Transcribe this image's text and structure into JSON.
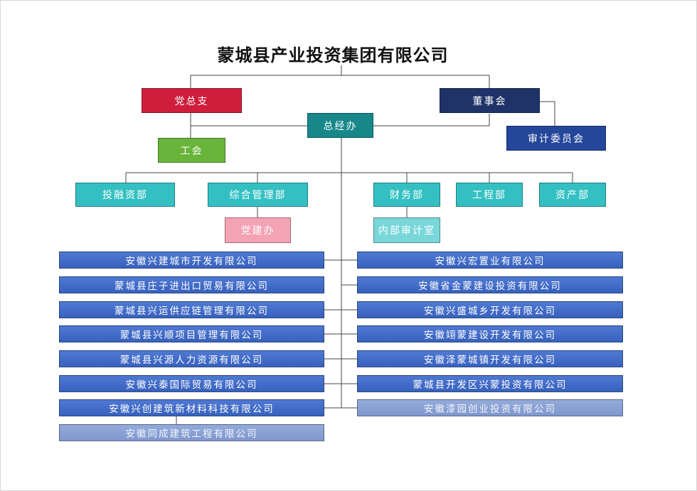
{
  "title": "蒙城县产业投资集团有限公司",
  "top": {
    "party": "党总支",
    "board": "董事会",
    "gm_office": "总经办",
    "union": "工会",
    "audit_committee": "审计委员会"
  },
  "departments": {
    "investment": "投融资部",
    "general_mgmt": "综合管理部",
    "finance": "财务部",
    "engineering": "工程部",
    "assets": "资产部",
    "party_building": "党建办",
    "internal_audit": "内部审计室"
  },
  "companies_left": [
    "安徽兴建城市开发有限公司",
    "蒙城县庄子进出口贸易有限公司",
    "蒙城县兴运供应链管理有限公司",
    "蒙城县兴顺项目管理有限公司",
    "蒙城县兴源人力资源有限公司",
    "安徽兴泰国际贸易有限公司",
    "安徽兴创建筑新材料科技有限公司",
    "安徽同成建筑工程有限公司"
  ],
  "companies_right": [
    "安徽兴宏置业有限公司",
    "安徽省金蒙建设投资有限公司",
    "安徽兴盛城乡开发有限公司",
    "安徽翊蒙建设开发有限公司",
    "安徽泽蒙城镇开发有限公司",
    "蒙城县开发区兴蒙投资有限公司",
    "安徽漆园创业投资有限公司"
  ],
  "colors": {
    "party": "#cf1e3c",
    "board": "#1f3369",
    "gm_office": "#17878a",
    "union": "#69b43a",
    "audit_committee": "#24479b",
    "department": "#34c0c2",
    "party_building": "#f4a3b4",
    "internal_audit": "#79d7da",
    "company": "#3f69c6",
    "company_secondary": "#8aa2d4",
    "connector": "#444444"
  }
}
